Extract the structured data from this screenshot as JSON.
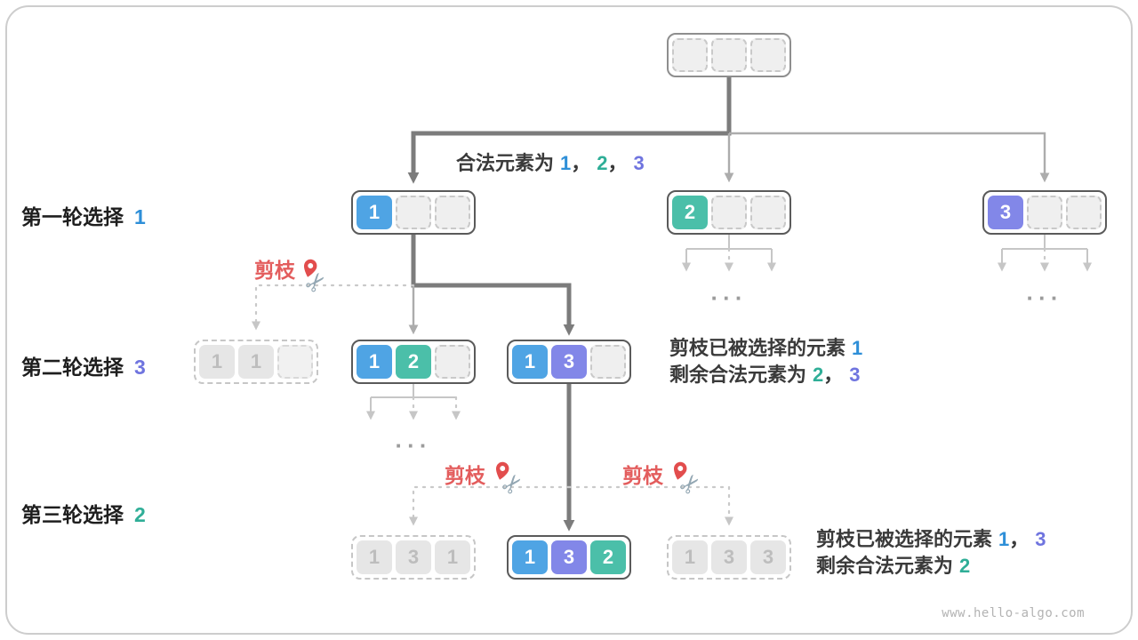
{
  "watermark": "www.hello-algo.com",
  "prune_label": "剪枝",
  "ellipsis": "···",
  "icons": {
    "scissors": "✂",
    "pin": "map-pin"
  },
  "rounds": [
    {
      "label": "第一轮选择",
      "value": "1"
    },
    {
      "label": "第二轮选择",
      "value": "3"
    },
    {
      "label": "第三轮选择",
      "value": "2"
    }
  ],
  "annotations": {
    "root_legal": {
      "prefix": "合法元素为",
      "n1": "1",
      "sep1": "，",
      "n2": "2",
      "sep2": "，",
      "n3": "3"
    },
    "level2": {
      "line1_prefix": "剪枝已被选择的元素",
      "line1_n1": "1",
      "line2_prefix": "剩余合法元素为",
      "line2_n1": "2",
      "line2_sep": "，",
      "line2_n2": "3"
    },
    "level3": {
      "line1_prefix": "剪枝已被选择的元素",
      "line1_n1": "1",
      "line1_sep": "，",
      "line1_n2": "3",
      "line2_prefix": "剩余合法元素为",
      "line2_n1": "2"
    }
  },
  "tree": {
    "root": [
      "",
      "",
      ""
    ],
    "l1": [
      [
        "1",
        "",
        ""
      ],
      [
        "2",
        "",
        ""
      ],
      [
        "3",
        "",
        ""
      ]
    ],
    "l2_pruned": [
      "1",
      "1",
      ""
    ],
    "l2_n12": [
      "1",
      "2",
      ""
    ],
    "l2_n13": [
      "1",
      "3",
      ""
    ],
    "l3_pruned_left": [
      "1",
      "3",
      "1"
    ],
    "l3_active": [
      "1",
      "3",
      "2"
    ],
    "l3_pruned_right": [
      "1",
      "3",
      "3"
    ]
  },
  "colors": {
    "element_1_blue": "#4FA4E4",
    "element_2_teal": "#4BBFA9",
    "element_3_purple": "#8287E8",
    "prune_red": "#E35D5D",
    "arrow_dark": "#7C7C7C",
    "arrow_light": "#C6C6C6"
  }
}
